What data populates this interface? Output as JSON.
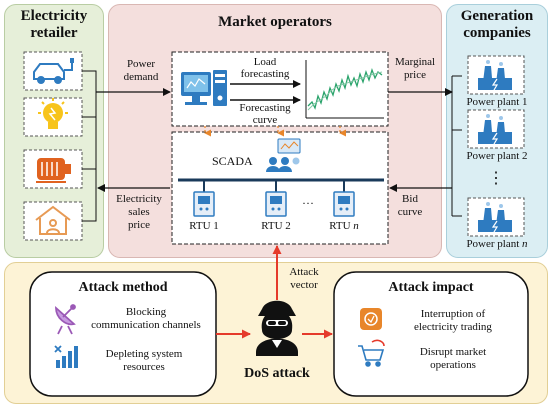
{
  "retailer": {
    "title_line1": "Electricity",
    "title_line2": "retailer"
  },
  "market": {
    "title": "Market operators",
    "load_forecasting_line1": "Load",
    "load_forecasting_line2": "forecasting",
    "forecasting_curve_line1": "Forecasting",
    "forecasting_curve_line2": "curve",
    "scada": "SCADA",
    "rtu1": "RTU 1",
    "rtu2": "RTU 2",
    "rtu_dots": "···",
    "rtun_prefix": "RTU ",
    "rtun_suffix": "n"
  },
  "generation": {
    "title_line1": "Generation",
    "title_line2": "companies",
    "plant1": "Power plant 1",
    "plant2": "Power plant 2",
    "vdots": "⋮",
    "plantn_prefix": "Power plant ",
    "plantn_suffix": "n"
  },
  "flows": {
    "power_demand_line1": "Power",
    "power_demand_line2": "demand",
    "sales_price_line1": "Electricity",
    "sales_price_line2": "sales",
    "sales_price_line3": "price",
    "marginal_price_line1": "Marginal",
    "marginal_price_line2": "price",
    "bid_curve_line1": "Bid",
    "bid_curve_line2": "curve",
    "attack_vector_line1": "Attack",
    "attack_vector_line2": "vector"
  },
  "attack_method": {
    "title": "Attack method",
    "item1_line1": "Blocking",
    "item1_line2": "communication channels",
    "item2_line1": "Depleting system",
    "item2_line2": "resources"
  },
  "dos": {
    "label": "DoS attack"
  },
  "attack_impact": {
    "title": "Attack impact",
    "item1_line1": "Interruption of",
    "item1_line2": "electricity trading",
    "item2_line1": "Disrupt market",
    "item2_line2": "operations"
  },
  "colors": {
    "retailer_bg": "#e6efd9",
    "market_bg": "#f4dfdd",
    "generation_bg": "#dbeef3",
    "bottom_bg": "#fdf3d6",
    "accent_red": "#e53a2b",
    "icon_blue": "#2e7bc0",
    "orange": "#e8862a"
  }
}
